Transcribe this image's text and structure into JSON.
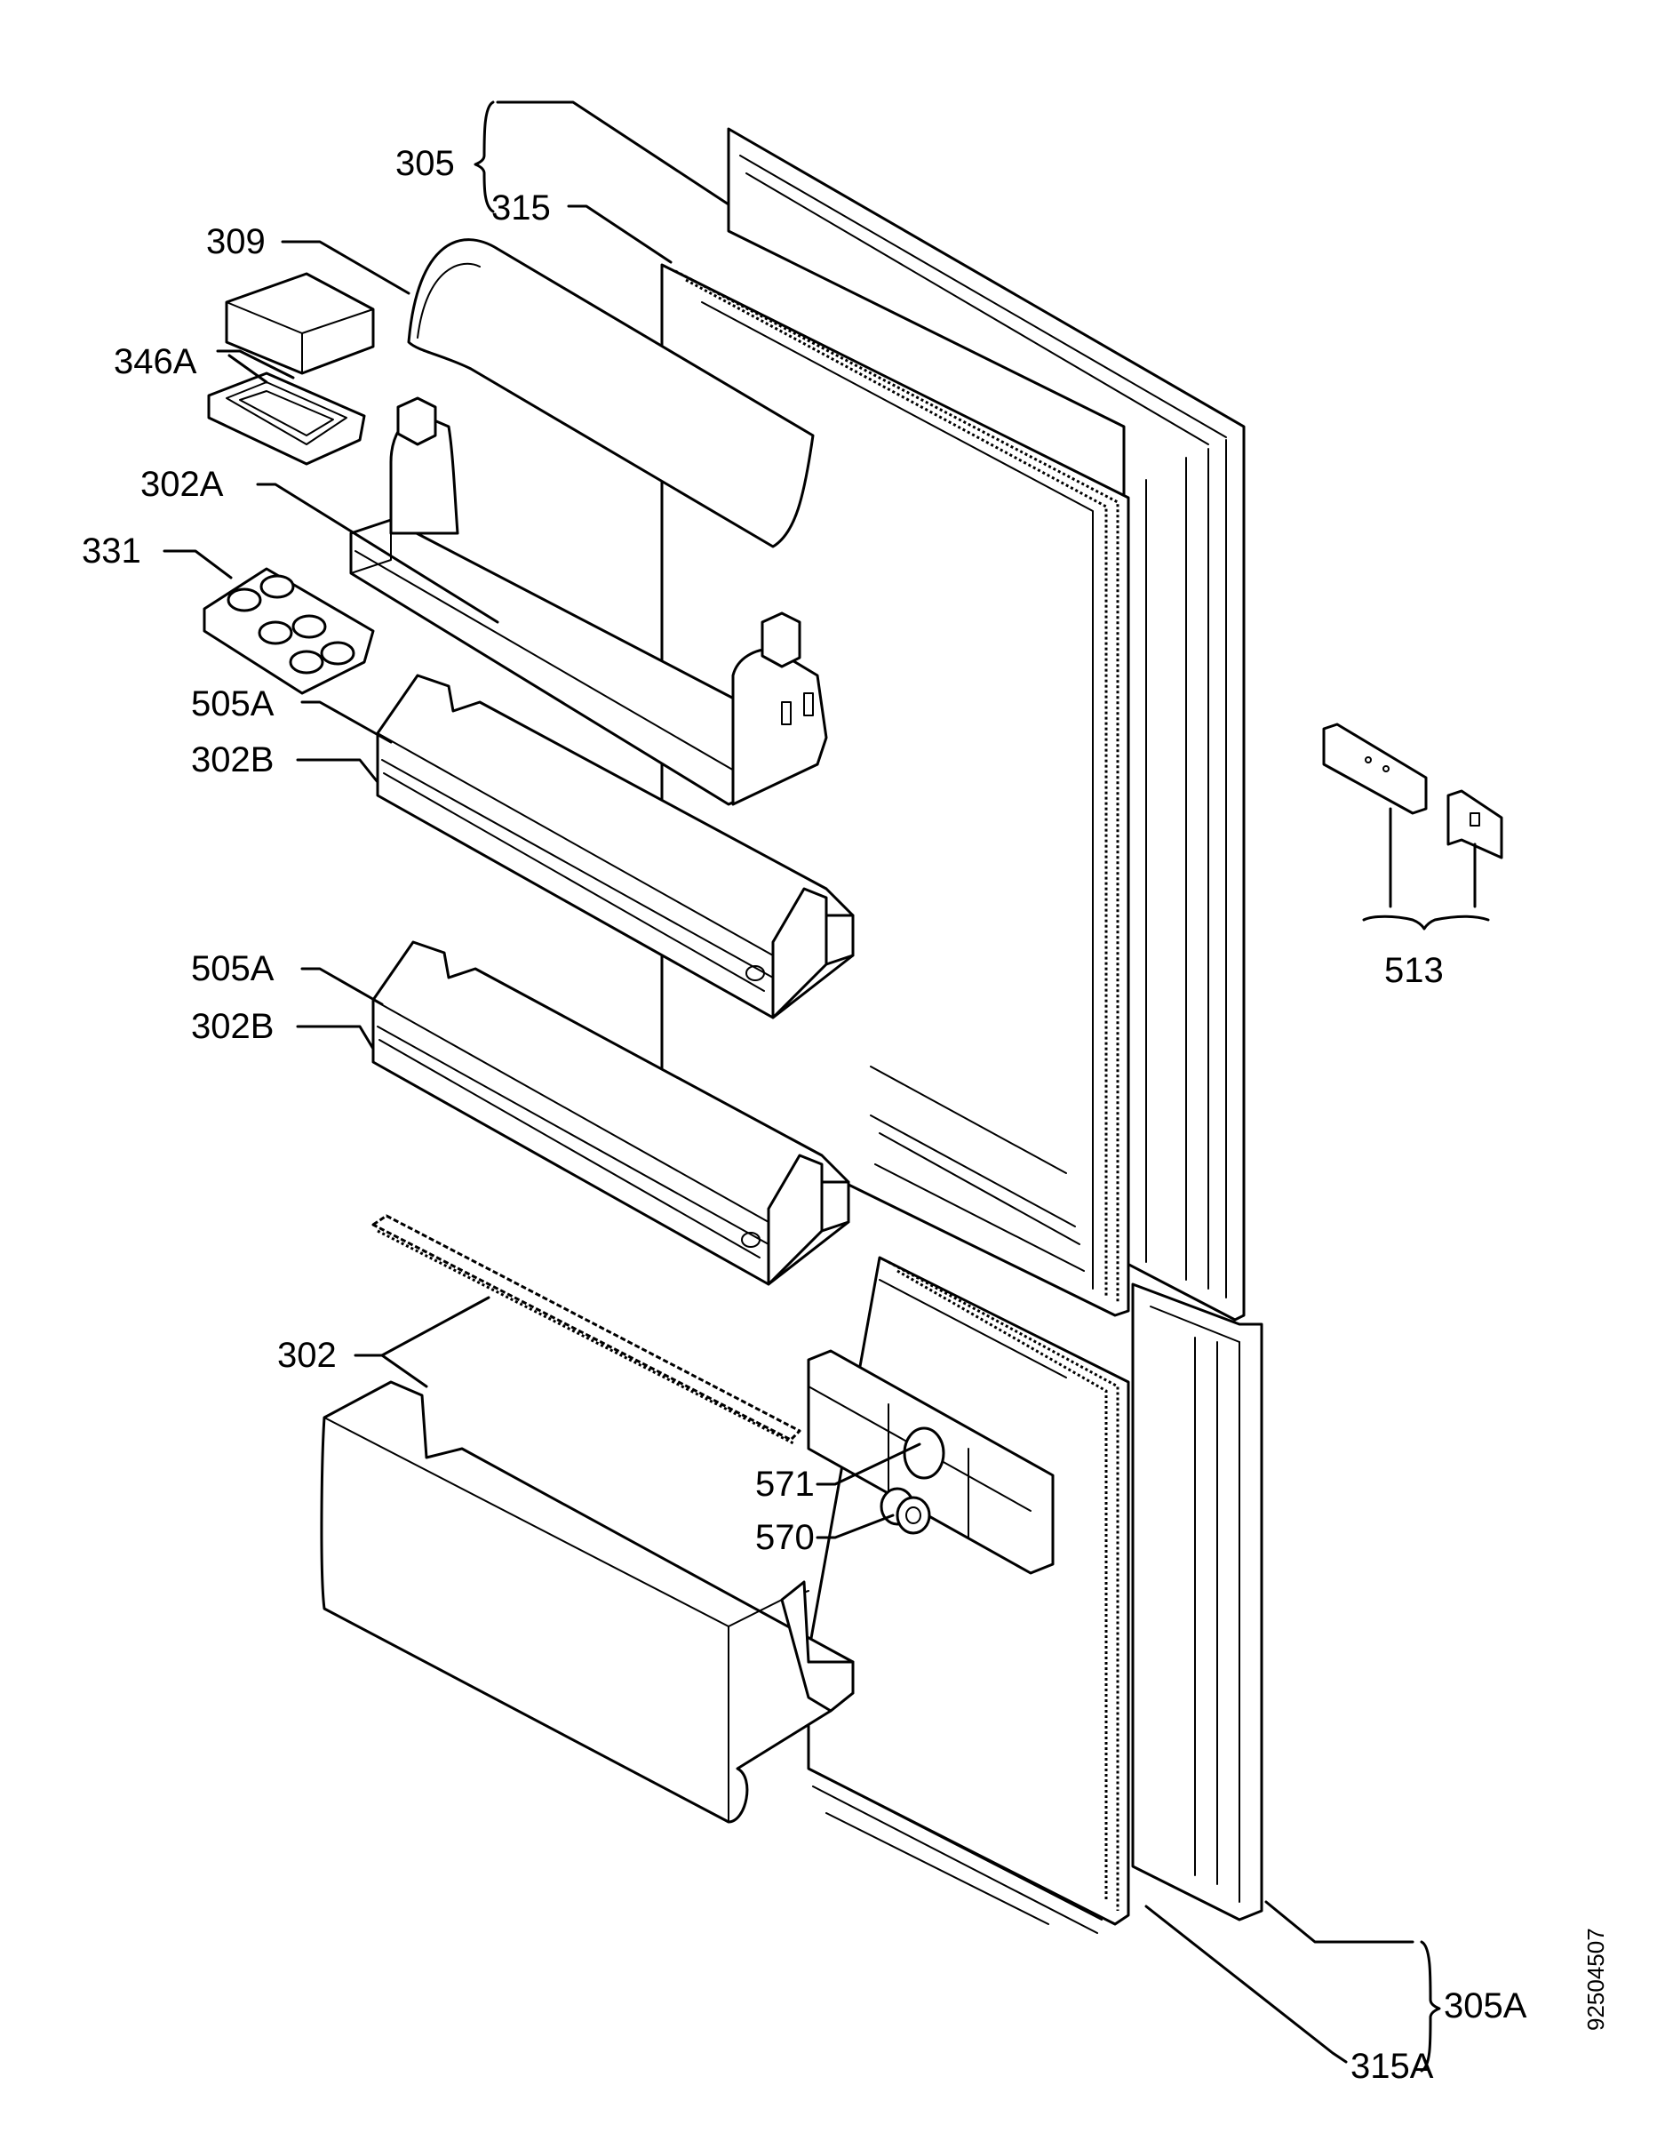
{
  "labels": {
    "l305": "305",
    "l315": "315",
    "l309": "309",
    "l346a": "346A",
    "l302a": "302A",
    "l331": "331",
    "l505a_1": "505A",
    "l302b_1": "302B",
    "l505a_2": "505A",
    "l302b_2": "302B",
    "l302": "302",
    "l571": "571",
    "l570": "570",
    "l513": "513",
    "l305a": "305A",
    "l315a": "315A"
  },
  "drawing_number": "92504507"
}
